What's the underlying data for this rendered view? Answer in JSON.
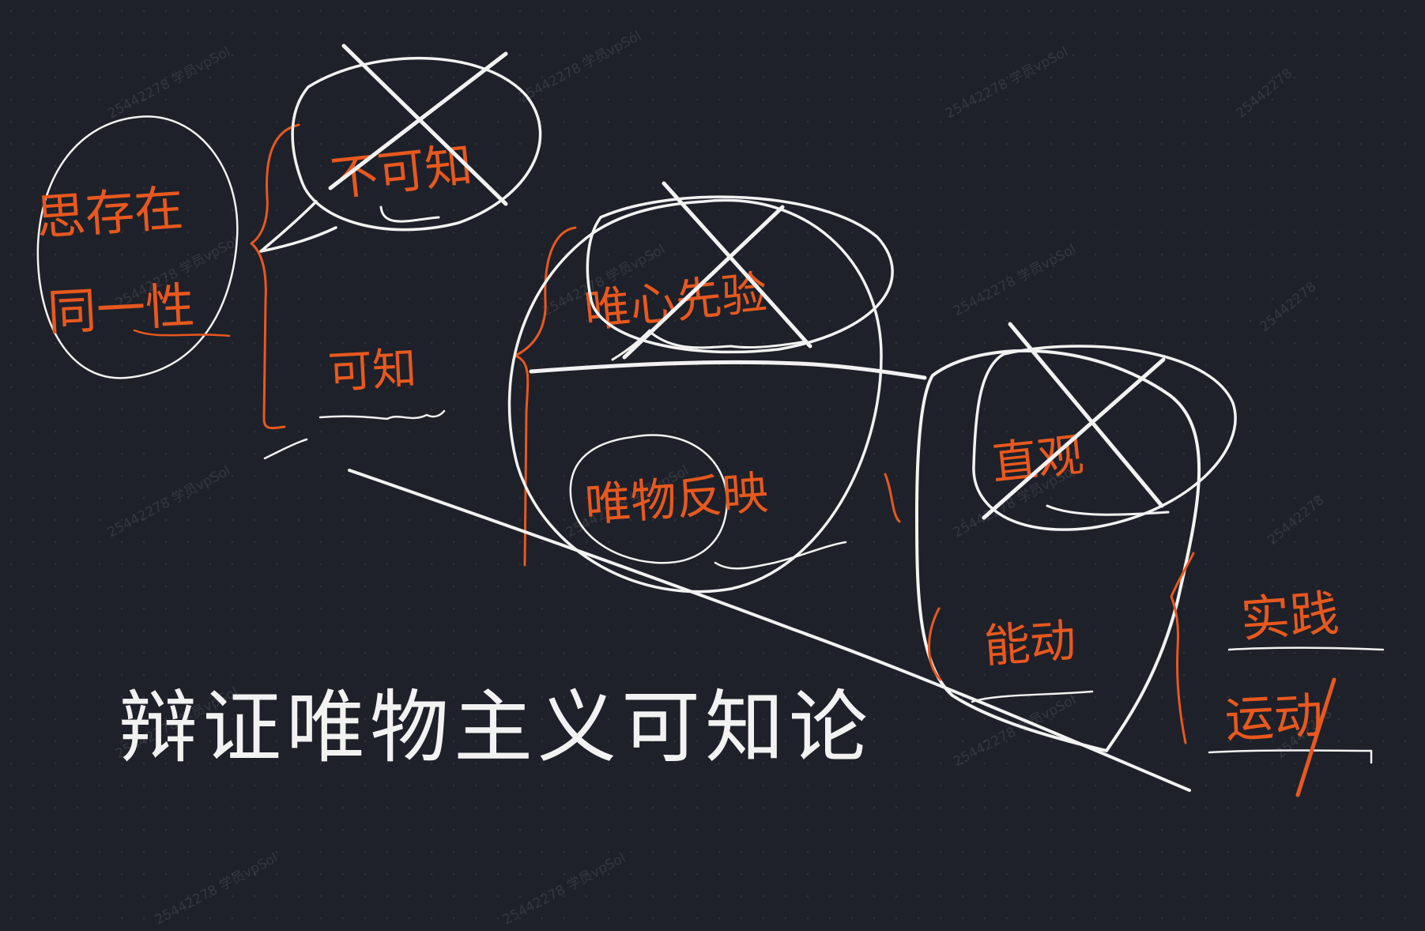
{
  "colors": {
    "background": "#1e2129",
    "white_ink": "#f2f2f2",
    "orange_ink": "#e8581e"
  },
  "notes": {
    "exist_line1": "思存在",
    "exist_line2": "同一性",
    "unknowable": "不可知",
    "knowable": "可知",
    "innate": "唯心先验",
    "reflection": "唯物反映",
    "intuitive": "直观",
    "dynamic": "能动",
    "practice": "实践",
    "movement": "运动",
    "summary": "辩证唯物主义可知论"
  },
  "watermark": {
    "id": "25442278",
    "user": "学员vpSol"
  }
}
